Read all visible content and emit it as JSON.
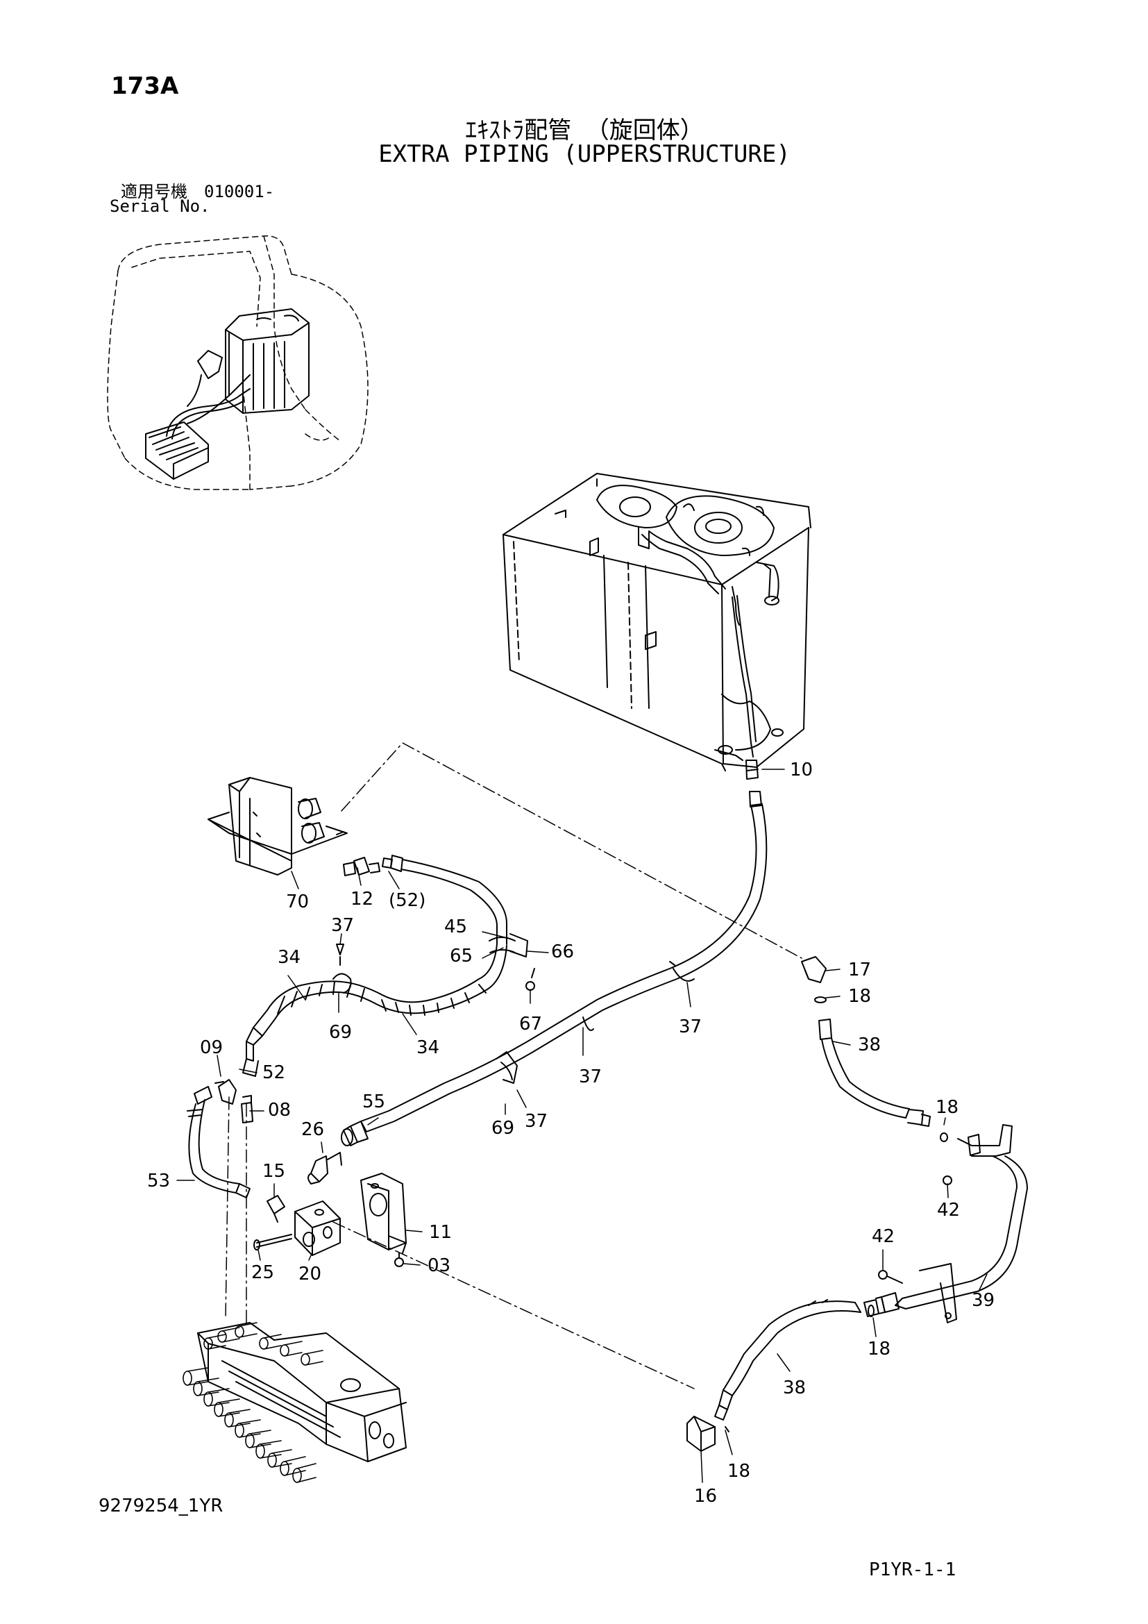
{
  "header": {
    "page_number": "173A",
    "title_jp": "ｴｷｽﾄﾗ配管 （旋回体）",
    "title_en": "EXTRA PIPING (UPPERSTRUCTURE)",
    "serial_label_jp": "適用号機　010001-",
    "serial_label_en": "Serial No."
  },
  "footer": {
    "document_code": "9279254_1YR",
    "page_code": "P1YR-1-1"
  },
  "callouts": [
    "10",
    "12",
    "70",
    "(52)",
    "37",
    "45",
    "65",
    "66",
    "34",
    "67",
    "69",
    "34",
    "17",
    "18",
    "38",
    "37",
    "09",
    "52",
    "08",
    "55",
    "26",
    "69",
    "37",
    "37",
    "18",
    "53",
    "15",
    "11",
    "42",
    "25",
    "20",
    "03",
    "42",
    "39",
    "18",
    "38",
    "18",
    "16"
  ],
  "colors": {
    "line": "#000000",
    "background": "#ffffff"
  }
}
